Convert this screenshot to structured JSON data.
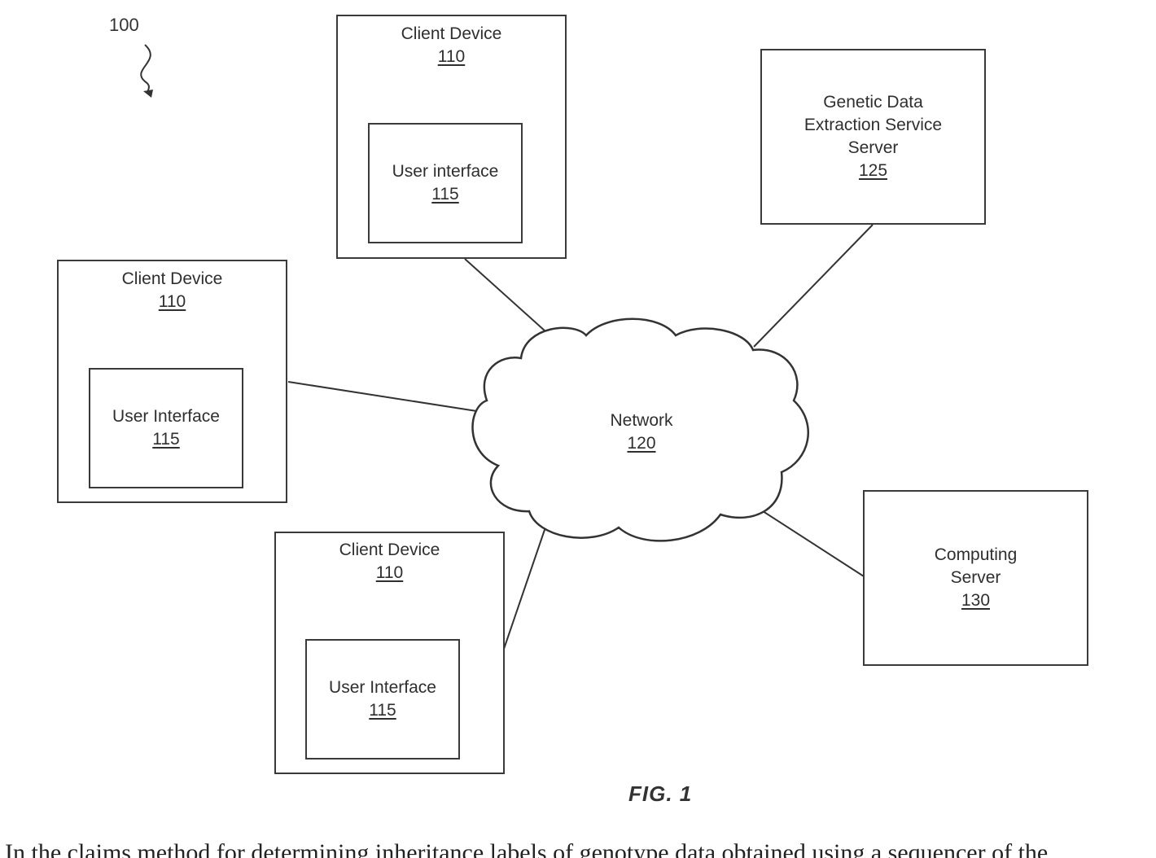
{
  "diagram": {
    "ref_number": "100",
    "figure_caption": "FIG. 1",
    "client_devices": [
      {
        "title": "Client Device",
        "number": "110",
        "ui_title": "User interface",
        "ui_number": "115"
      },
      {
        "title": "Client Device",
        "number": "110",
        "ui_title": "User Interface",
        "ui_number": "115"
      },
      {
        "title": "Client Device",
        "number": "110",
        "ui_title": "User Interface",
        "ui_number": "115"
      }
    ],
    "network": {
      "title": "Network",
      "number": "120"
    },
    "genetic_server": {
      "line1": "Genetic Data",
      "line2": "Extraction Service",
      "line3": "Server",
      "number": "125"
    },
    "computing_server": {
      "line1": "Computing",
      "line2": "Server",
      "number": "130"
    },
    "bottom_text": "In the claims method for determining inheritance labels of genotype data obtained using a sequencer of the"
  }
}
